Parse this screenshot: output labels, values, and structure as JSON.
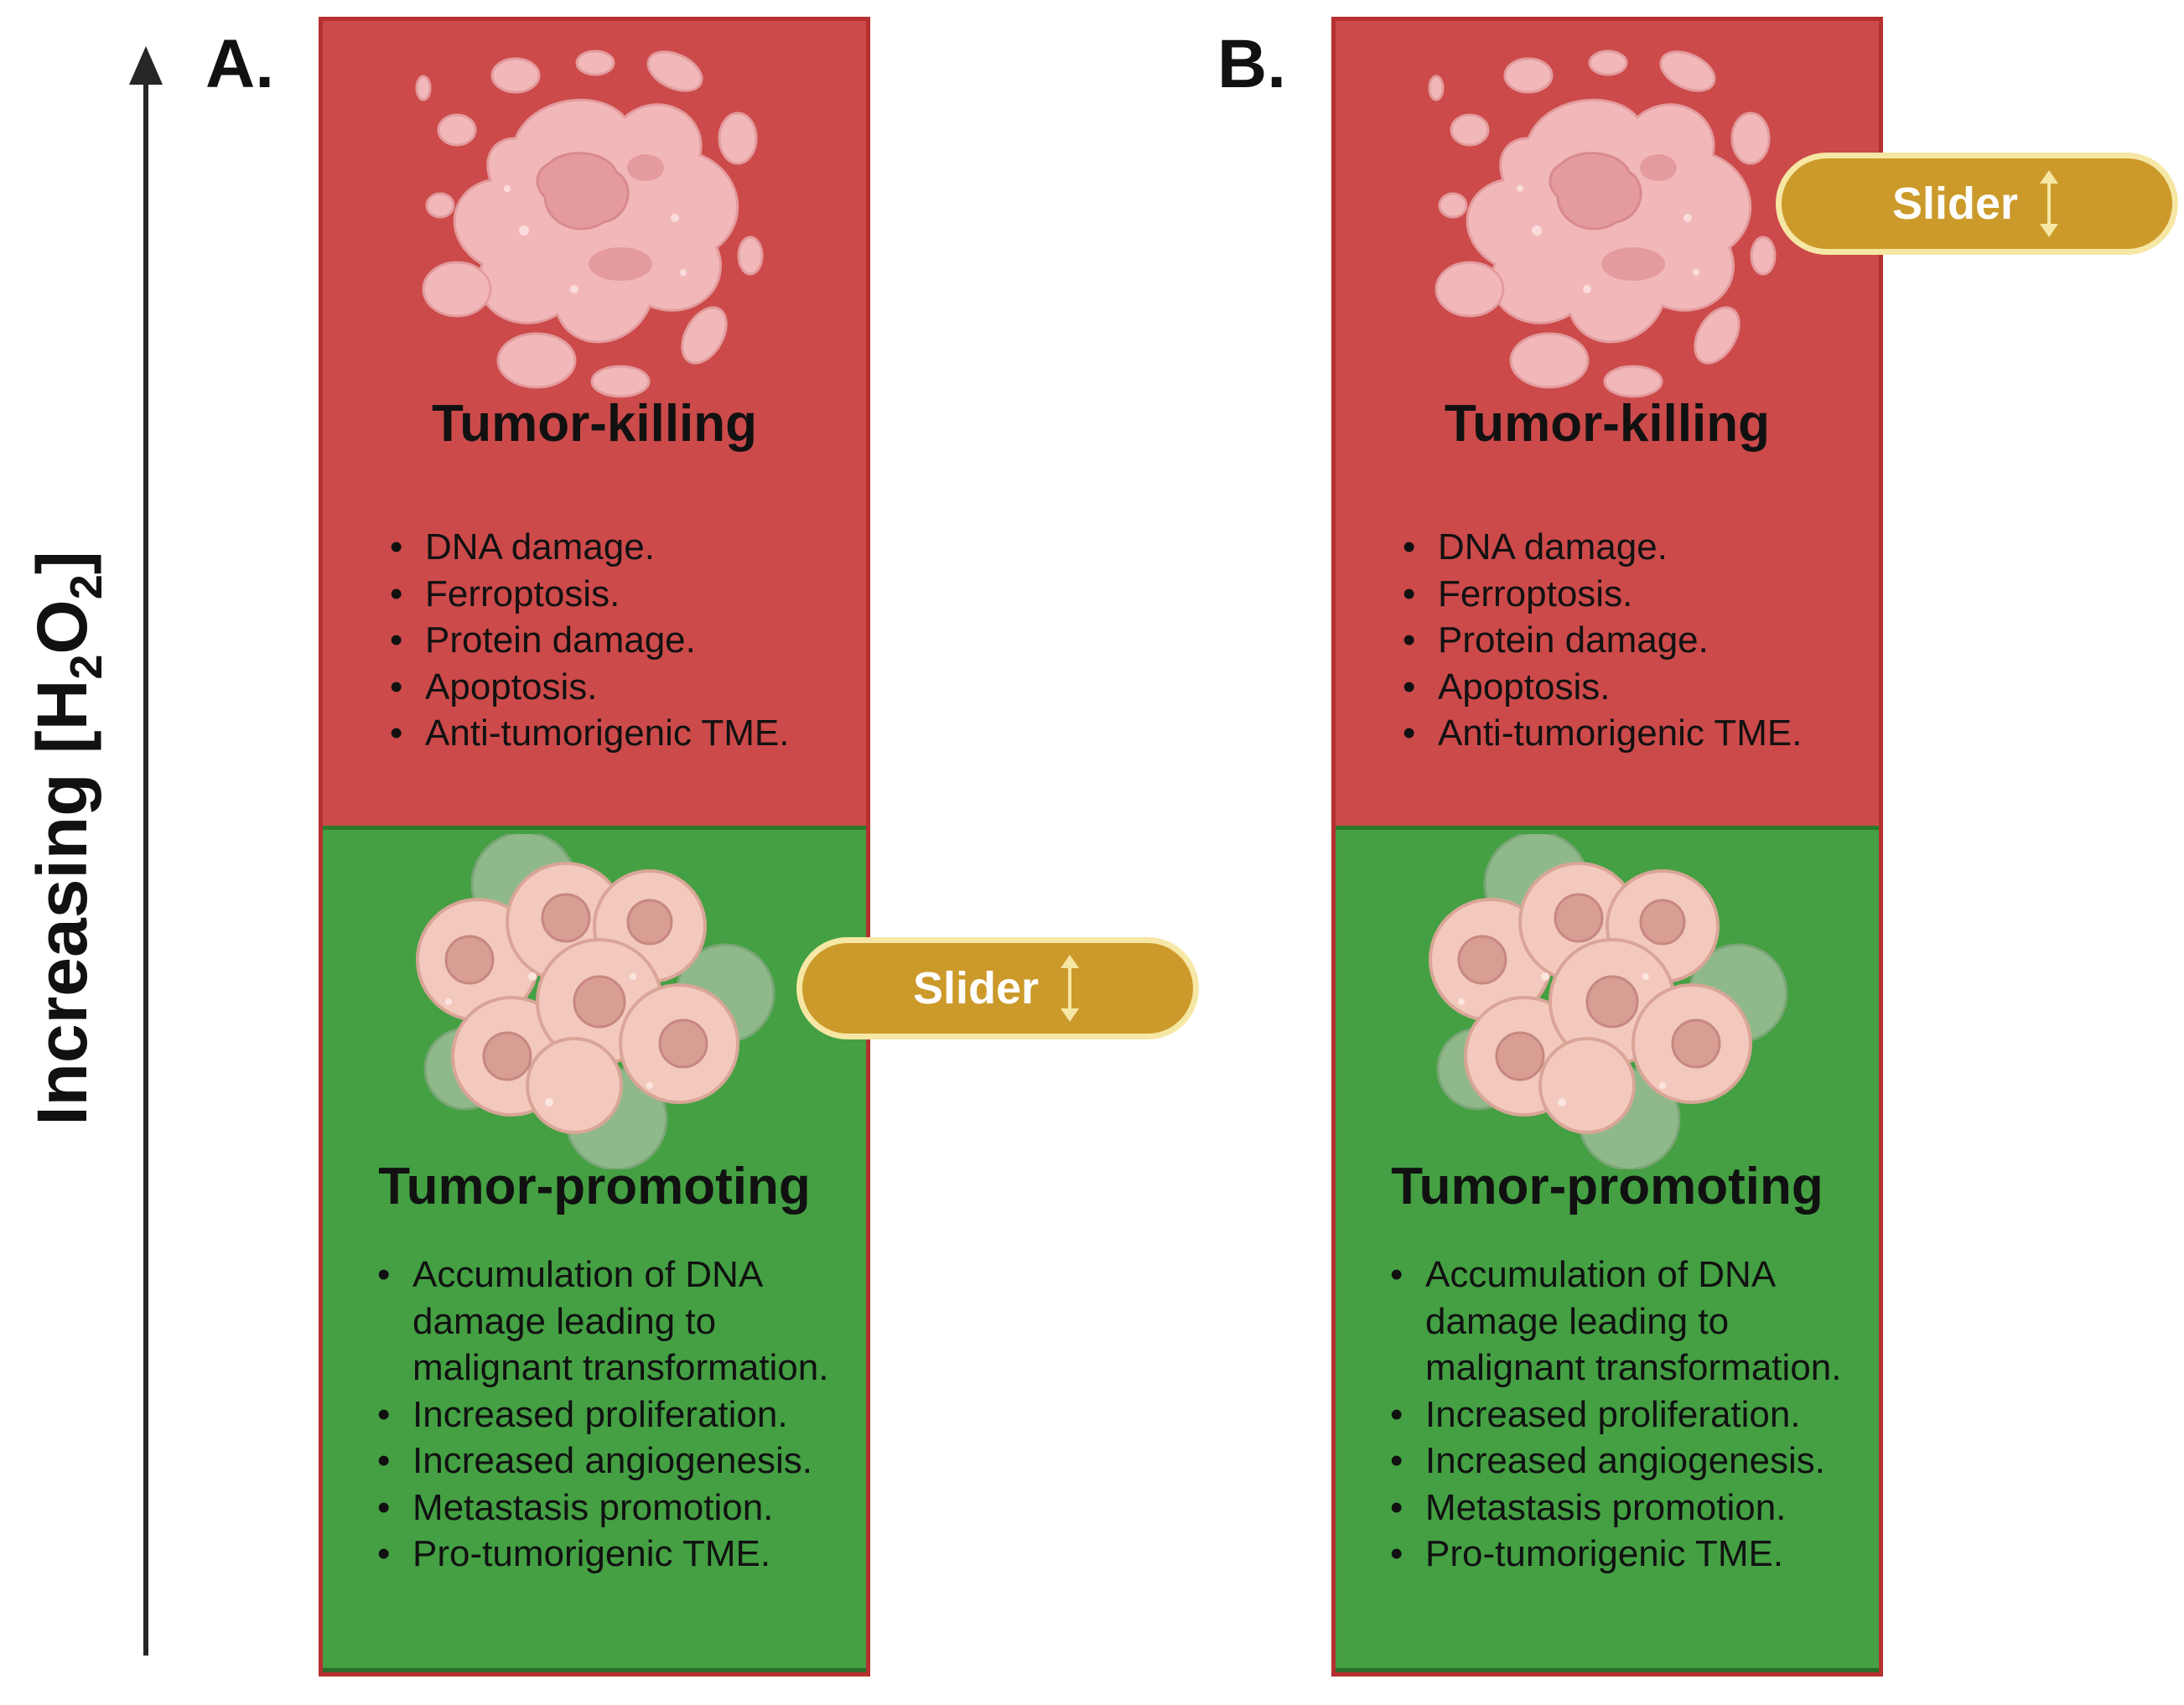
{
  "axis": {
    "label_text": "Increasing [H",
    "label_sub1": "2",
    "label_mid": "O",
    "label_sub2": "2",
    "label_end": "]"
  },
  "panels": [
    {
      "letter": "A.",
      "top_zone": {
        "title": "Tumor-killing",
        "items": [
          "DNA damage.",
          "Ferroptosis.",
          "Protein damage.",
          "Apoptosis.",
          "Anti-tumorigenic TME."
        ]
      },
      "bottom_zone": {
        "title": "Tumor-promoting",
        "items": [
          "Accumulation of DNA damage leading to malignant transformation.",
          "Increased proliferation.",
          "Increased angiogenesis.",
          "Metastasis promotion.",
          "Pro-tumorigenic TME."
        ]
      },
      "slider_label": "Slider"
    },
    {
      "letter": "B.",
      "top_zone": {
        "title": "Tumor-killing",
        "items": [
          "DNA damage.",
          "Ferroptosis.",
          "Protein damage.",
          "Apoptosis.",
          "Anti-tumorigenic TME."
        ]
      },
      "bottom_zone": {
        "title": "Tumor-promoting",
        "items": [
          "Accumulation of DNA damage leading to malignant transformation.",
          "Increased proliferation.",
          "Increased angiogenesis.",
          "Metastasis promotion.",
          "Pro-tumorigenic TME."
        ]
      },
      "slider_label": "Slider"
    }
  ],
  "colors": {
    "killing_zone": "#cc4a4a",
    "promoting_zone": "#44a043",
    "slider_fill": "#cc9a2a",
    "slider_border": "#f6e7a5"
  },
  "icons": [
    "dead-cell-icon",
    "tumor-cluster-icon",
    "double-arrow-icon"
  ]
}
